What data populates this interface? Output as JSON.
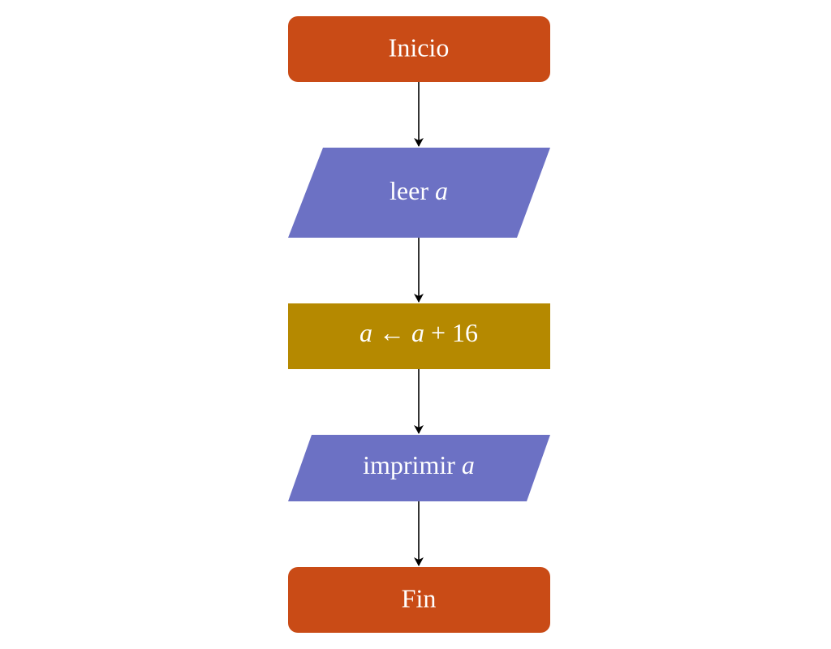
{
  "diagram": {
    "colors": {
      "terminal": "#c94b16",
      "io": "#6c71c4",
      "process": "#b58900",
      "text": "#ffffff",
      "arrow": "#000000",
      "background": "#ffffff"
    },
    "nodes": {
      "start": {
        "label": "Inicio"
      },
      "read": {
        "word": "leer",
        "variable": "a"
      },
      "process": {
        "lhs": "a",
        "arrow": "←",
        "rhs_var": "a",
        "operator": "+",
        "constant": "16"
      },
      "print": {
        "word": "imprimir",
        "variable": "a"
      },
      "end": {
        "label": "Fin"
      }
    },
    "edges": [
      {
        "from": "start",
        "to": "read"
      },
      {
        "from": "read",
        "to": "process"
      },
      {
        "from": "process",
        "to": "print"
      },
      {
        "from": "print",
        "to": "end"
      }
    ]
  }
}
